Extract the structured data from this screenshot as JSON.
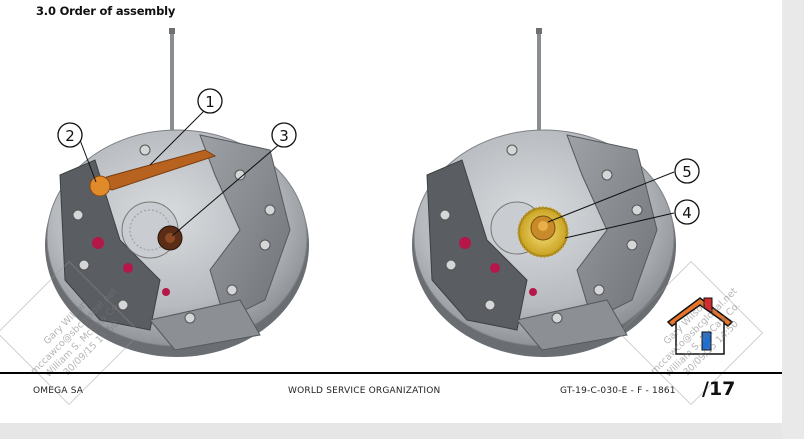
{
  "header": {
    "title": "3.0 Order of assembly"
  },
  "callouts": [
    {
      "number": "1"
    },
    {
      "number": "2"
    },
    {
      "number": "3"
    },
    {
      "number": "4"
    },
    {
      "number": "5"
    }
  ],
  "watermark": {
    "lines": [
      "Gary Wilson",
      "mccawco@sbcglobal.net",
      "William S. McCaw Co.",
      "30/09/15 14:50"
    ]
  },
  "footer": {
    "company": "OMEGA SA",
    "organization": "WORLD SERVICE ORGANIZATION",
    "document_code": "GT-19-C-030-E - F - 1861",
    "page": "/17"
  },
  "icons": {
    "home": "home-icon"
  },
  "colors": {
    "gear_gold": "#e0c341",
    "pallet_orange": "#e08a2a",
    "ruby": "#b5174a",
    "home_roof": "#e8742a",
    "home_door": "#1e6fd0",
    "home_chimney": "#d22b2b"
  }
}
